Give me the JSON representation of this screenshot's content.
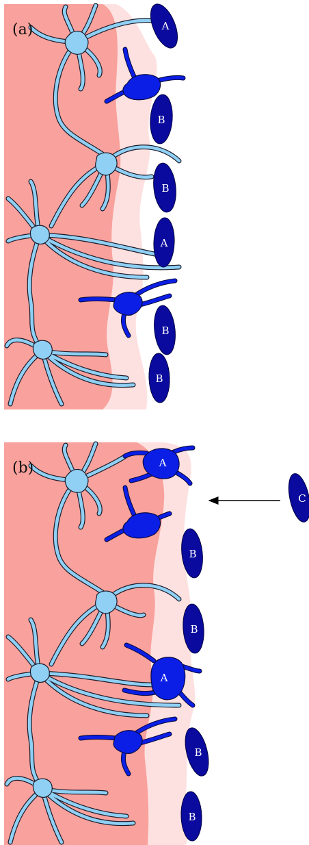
{
  "panels": [
    {
      "label": "(a)",
      "cell_labels": [
        "A",
        "B",
        "B",
        "A",
        "B",
        "B"
      ]
    },
    {
      "label": "(b)",
      "cell_labels": [
        "A",
        "B",
        "B",
        "A",
        "B",
        "B"
      ],
      "incoming_cell_label": "C"
    }
  ],
  "colors": {
    "tissue_dark": "#f9a19c",
    "tissue_light": "#fde1e0",
    "astrocyte": "#8fd0f4",
    "microglia": "#0a1ee6",
    "oval_cell": "#0a0a9e"
  }
}
